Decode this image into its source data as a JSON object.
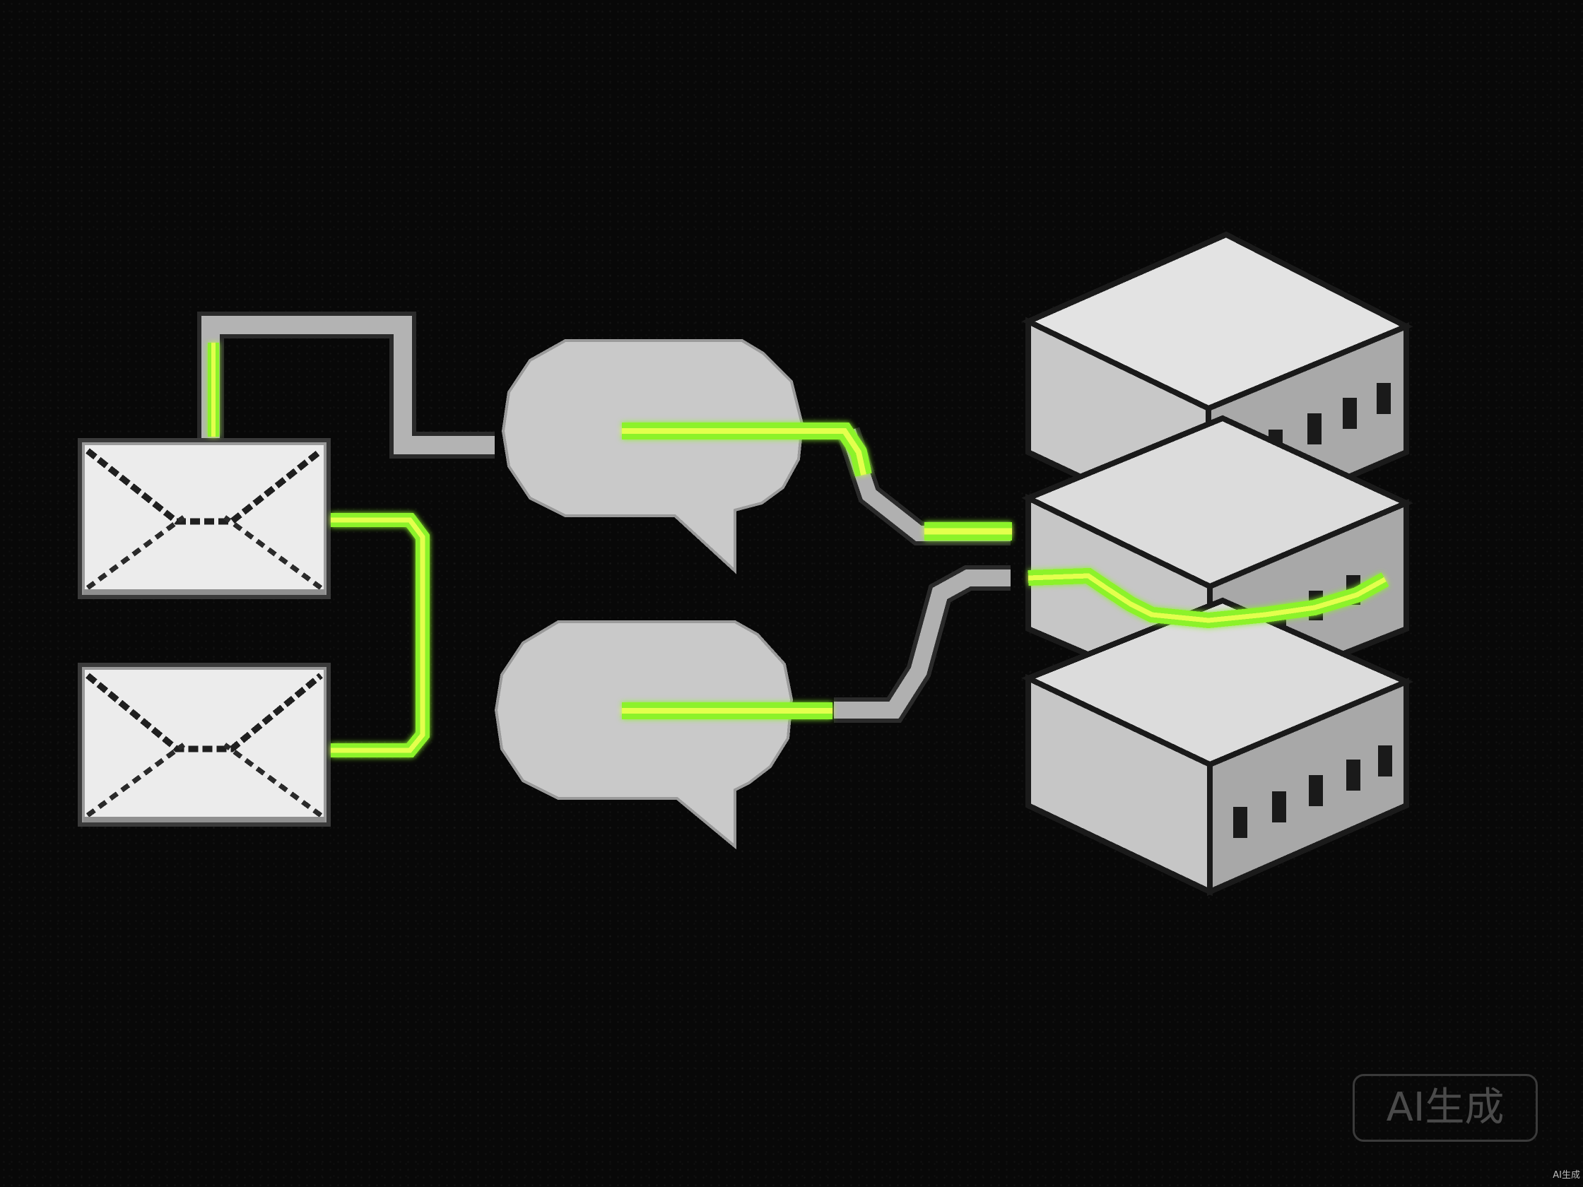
{
  "illustration": {
    "style": "pixel-art",
    "background_color": "#080808",
    "wire_color": "#b8b8b8",
    "glow_color": "#9cff2e",
    "glow_core_color": "#e6ff4a",
    "icons": [
      "envelope-icon",
      "envelope-icon",
      "speech-bubble-icon",
      "speech-bubble-icon",
      "server-stack-icon"
    ]
  },
  "watermark": {
    "label": "AI生成"
  },
  "corner_tag": {
    "label": "AI生成"
  }
}
